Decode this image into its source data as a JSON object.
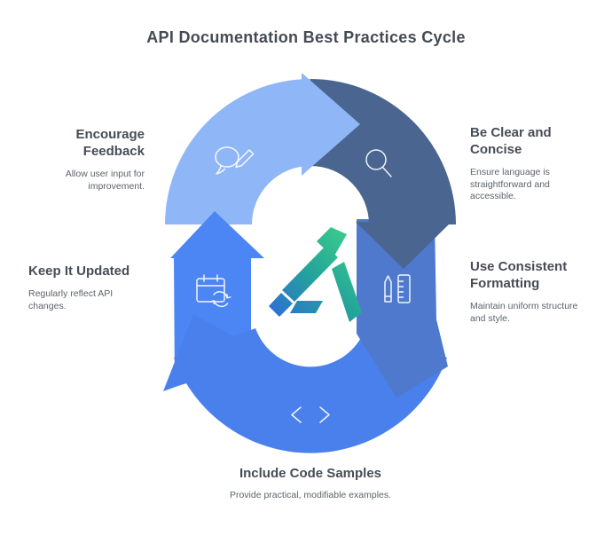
{
  "title": "API Documentation Best Practices Cycle",
  "steps": [
    {
      "id": "encourage-feedback",
      "heading": "Encourage Feedback",
      "description": "Allow user input for improvement.",
      "icon": "speech-bubble-pencil-icon",
      "color": "#8FB7F7"
    },
    {
      "id": "be-clear-and-concise",
      "heading": "Be Clear and Concise",
      "description": "Ensure language is straightforward and accessible.",
      "icon": "magnifier-icon",
      "color": "#4A6590"
    },
    {
      "id": "use-consistent-formatting",
      "heading": "Use Consistent Formatting",
      "description": "Maintain uniform structure and style.",
      "icon": "pencil-ruler-icon",
      "color": "#4E79CC"
    },
    {
      "id": "include-code-samples",
      "heading": "Include Code Samples",
      "description": "Provide practical, modifiable examples.",
      "icon": "code-brackets-icon",
      "color": "#4A80EC"
    },
    {
      "id": "keep-it-updated",
      "heading": "Keep It Updated",
      "description": "Regularly reflect API changes.",
      "icon": "calendar-refresh-icon",
      "color": "#4C86F4"
    }
  ],
  "palette": {
    "background": "#FFFFFF",
    "arc_light_blue": "#8FB7F7",
    "arc_dark_slate": "#4A6590",
    "arc_medium_blue": "#4E79CC",
    "arc_vivid_blue": "#4A80EC",
    "arc_bright_blue": "#4C86F4",
    "icon_stroke": "#FFFFFF",
    "title_color": "#454B54",
    "heading_color": "#474D56",
    "description_color": "#5C636B",
    "logo_gradient_start": "#2E6BD9",
    "logo_gradient_mid": "#23A39A",
    "logo_gradient_end": "#3BCD8C"
  }
}
